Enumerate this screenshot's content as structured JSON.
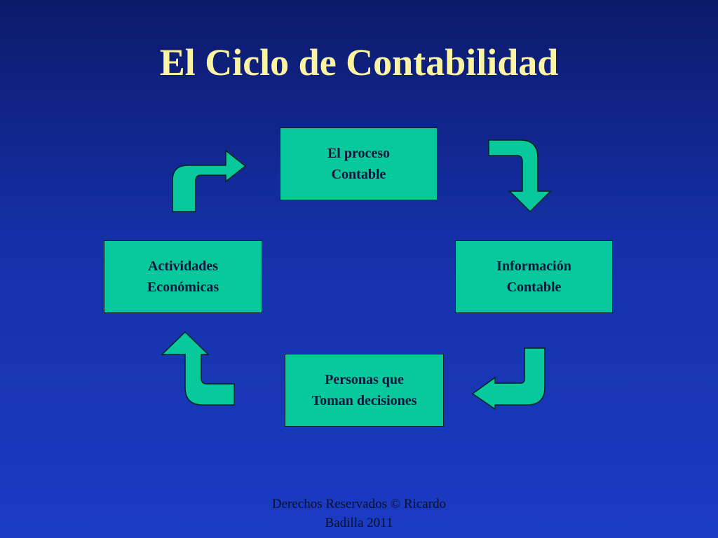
{
  "title": "El Ciclo de Contabilidad",
  "nodes": {
    "proceso": {
      "line1": "El proceso",
      "line2": "Contable"
    },
    "informacion": {
      "line1": "Información",
      "line2": "Contable"
    },
    "personas": {
      "line1": "Personas que",
      "line2": "Toman decisiones"
    },
    "actividades": {
      "line1": "Actividades",
      "line2": "Económicas"
    }
  },
  "cycle_order": [
    "El proceso Contable",
    "Información Contable",
    "Personas que Toman decisiones",
    "Actividades Económicas"
  ],
  "footer": {
    "line1": "Derechos Reservados © Ricardo",
    "line2": "Badilla 2011"
  },
  "colors": {
    "title": "#fbf5a3",
    "box_fill": "#08c99b",
    "arrow_fill": "#08c99b",
    "background_top": "#0c1a6a",
    "background_bottom": "#1a3cc4"
  }
}
